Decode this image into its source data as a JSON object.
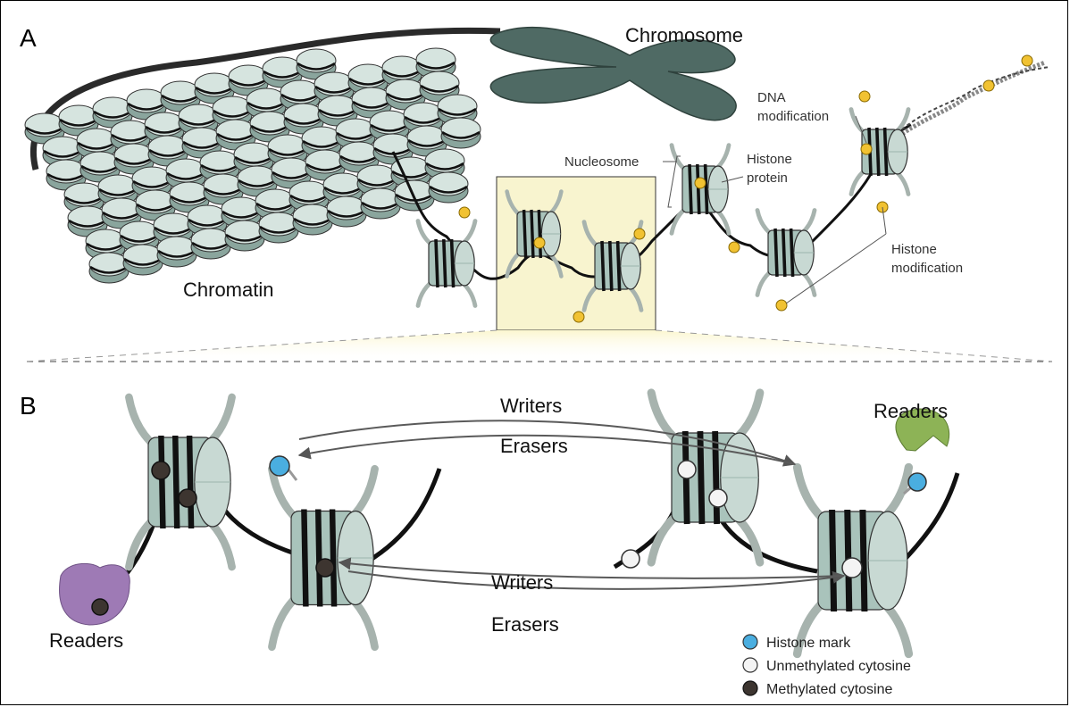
{
  "panels": {
    "a": "A",
    "b": "B"
  },
  "labels": {
    "chromosome": "Chromosome",
    "chromatin": "Chromatin",
    "nucleosome": "Nucleosome",
    "dna_modification": [
      "DNA",
      "modification"
    ],
    "histone_protein": [
      "Histone",
      "protein"
    ],
    "histone_modification": [
      "Histone",
      "modification"
    ]
  },
  "arrows": {
    "top_forward": "Writers",
    "top_reverse": "Erasers",
    "bottom_forward": "Writers",
    "bottom_reverse": "Erasers"
  },
  "readers": {
    "left": "Readers",
    "right": "Readers"
  },
  "legend": [
    {
      "label": "Histone mark",
      "color": "#4aaee0"
    },
    {
      "label": "Unmethylated cytosine",
      "color": "#f4f4f4"
    },
    {
      "label": "Methylated cytosine",
      "color": "#3d3530"
    }
  ],
  "colors": {
    "nucleosome": "#a9c3bb",
    "chromosome": "#4f6a64",
    "histone_mod_dot": "#f1c232",
    "highlight": "#f8f4cf",
    "reader_left": "#9e7ab5",
    "reader_right": "#8db356"
  }
}
